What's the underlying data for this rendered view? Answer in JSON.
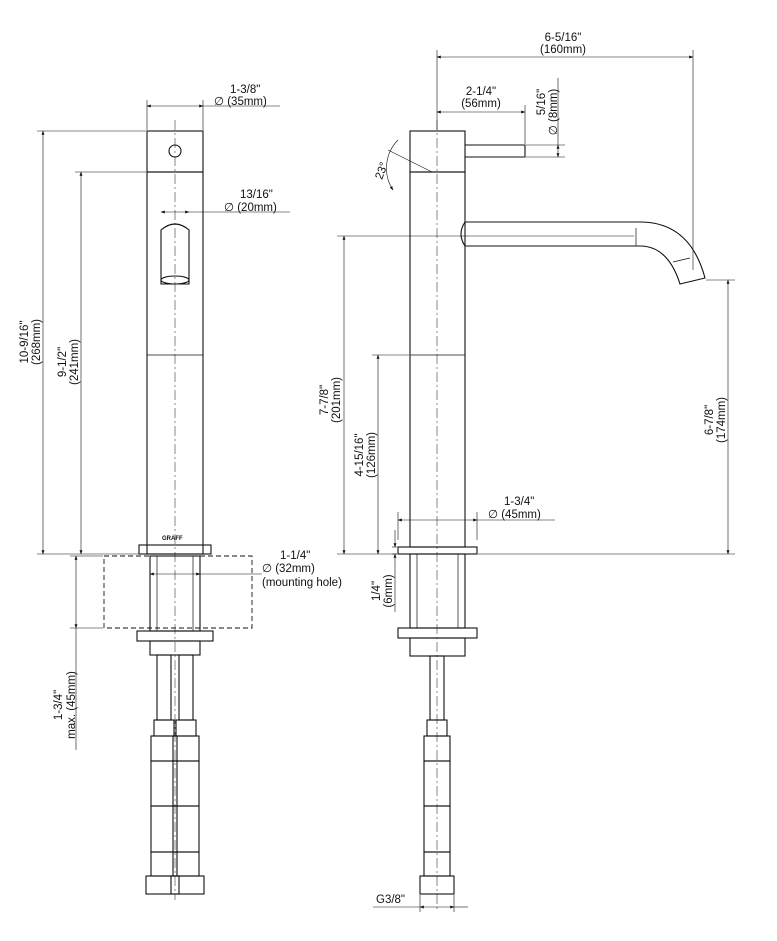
{
  "front_view": {
    "brand": "GRAFF",
    "dims": {
      "body_diameter": {
        "imperial": "1-3/8\"",
        "metric": "∅ (35mm)"
      },
      "spout_diameter": {
        "imperial": "13/16\"",
        "metric": "∅ (20mm)"
      },
      "total_height": {
        "imperial": "10-9/16\"",
        "metric": "(268mm)"
      },
      "body_height": {
        "imperial": "9-1/2\"",
        "metric": "(241mm)"
      },
      "mounting_hole": {
        "imperial": "1-1/4\"",
        "metric": "∅ (32mm)",
        "note": "(mounting hole)"
      },
      "max_deck": {
        "imperial": "1-3/4\"",
        "metric": "max. (45mm)"
      }
    }
  },
  "side_view": {
    "dims": {
      "reach": {
        "imperial": "6-5/16\"",
        "metric": "(160mm)"
      },
      "handle_length": {
        "imperial": "2-1/4\"",
        "metric": "(56mm)"
      },
      "handle_diameter": {
        "imperial": "5/16\"",
        "metric": "∅ (8mm)"
      },
      "angle": "23°",
      "spout_height": {
        "imperial": "7-7/8\"",
        "metric": "(201mm)"
      },
      "lower_height": {
        "imperial": "4-15/16\"",
        "metric": "(126mm)"
      },
      "outlet_height": {
        "imperial": "6-7/8\"",
        "metric": "(174mm)"
      },
      "base_diameter": {
        "imperial": "1-3/4\"",
        "metric": "∅ (45mm)"
      },
      "flange": {
        "imperial": "1/4\"",
        "metric": "(6mm)"
      },
      "thread": "G3/8\""
    }
  }
}
